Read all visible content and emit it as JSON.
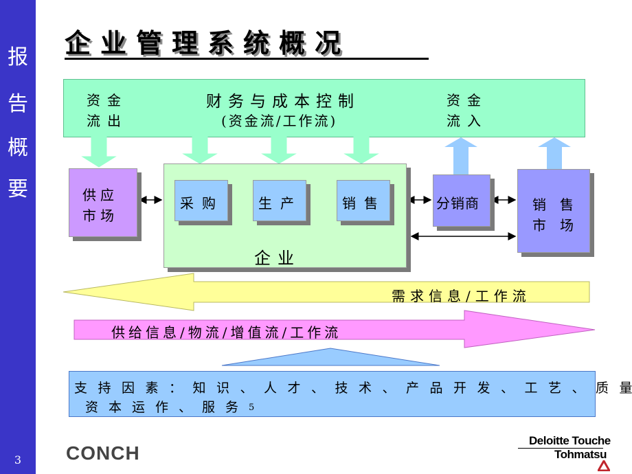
{
  "sidebar": {
    "chars": [
      "报",
      "告",
      "概",
      "要"
    ],
    "page_number": "3"
  },
  "title": "企业管理系统概况",
  "top_bar": {
    "left_line1": "资金",
    "left_line2": "流出",
    "center_line1": "财务与成本控制",
    "center_line2": "(资金流/工作流)",
    "right_line1": "资金",
    "right_line2": "流入"
  },
  "boxes": {
    "supply_line1": "供应",
    "supply_line2": "市场",
    "purchase": "采购",
    "produce": "生产",
    "sell": "销售",
    "enterprise": "企业",
    "distributor": "分销商",
    "market_line1": "销售",
    "market_line2": "市场"
  },
  "arrows": {
    "demand": "需求信息/工作流",
    "supply_flow": "供给信息/物流/增值流/工作流"
  },
  "support": {
    "line1": "支持因素：知识、人才、技术、产品开发、工艺、质量",
    "line2": "资本运作、服务",
    "footnote": "5"
  },
  "footer": {
    "left_logo": "CONCH",
    "right_logo_line1": "Deloitte Touche",
    "right_logo_line2": "Tohmatsu"
  },
  "colors": {
    "sidebar": "#3a35c8",
    "green_bar": "#99ffcc",
    "enterprise": "#ccffcc",
    "supply_box": "#cc99ff",
    "process_box": "#99ccff",
    "distributor": "#9999ff",
    "demand_arrow": "#ffff99",
    "supply_arrow": "#ff99ff",
    "support_box": "#99ccff",
    "up_arrow": "#99ccff"
  }
}
